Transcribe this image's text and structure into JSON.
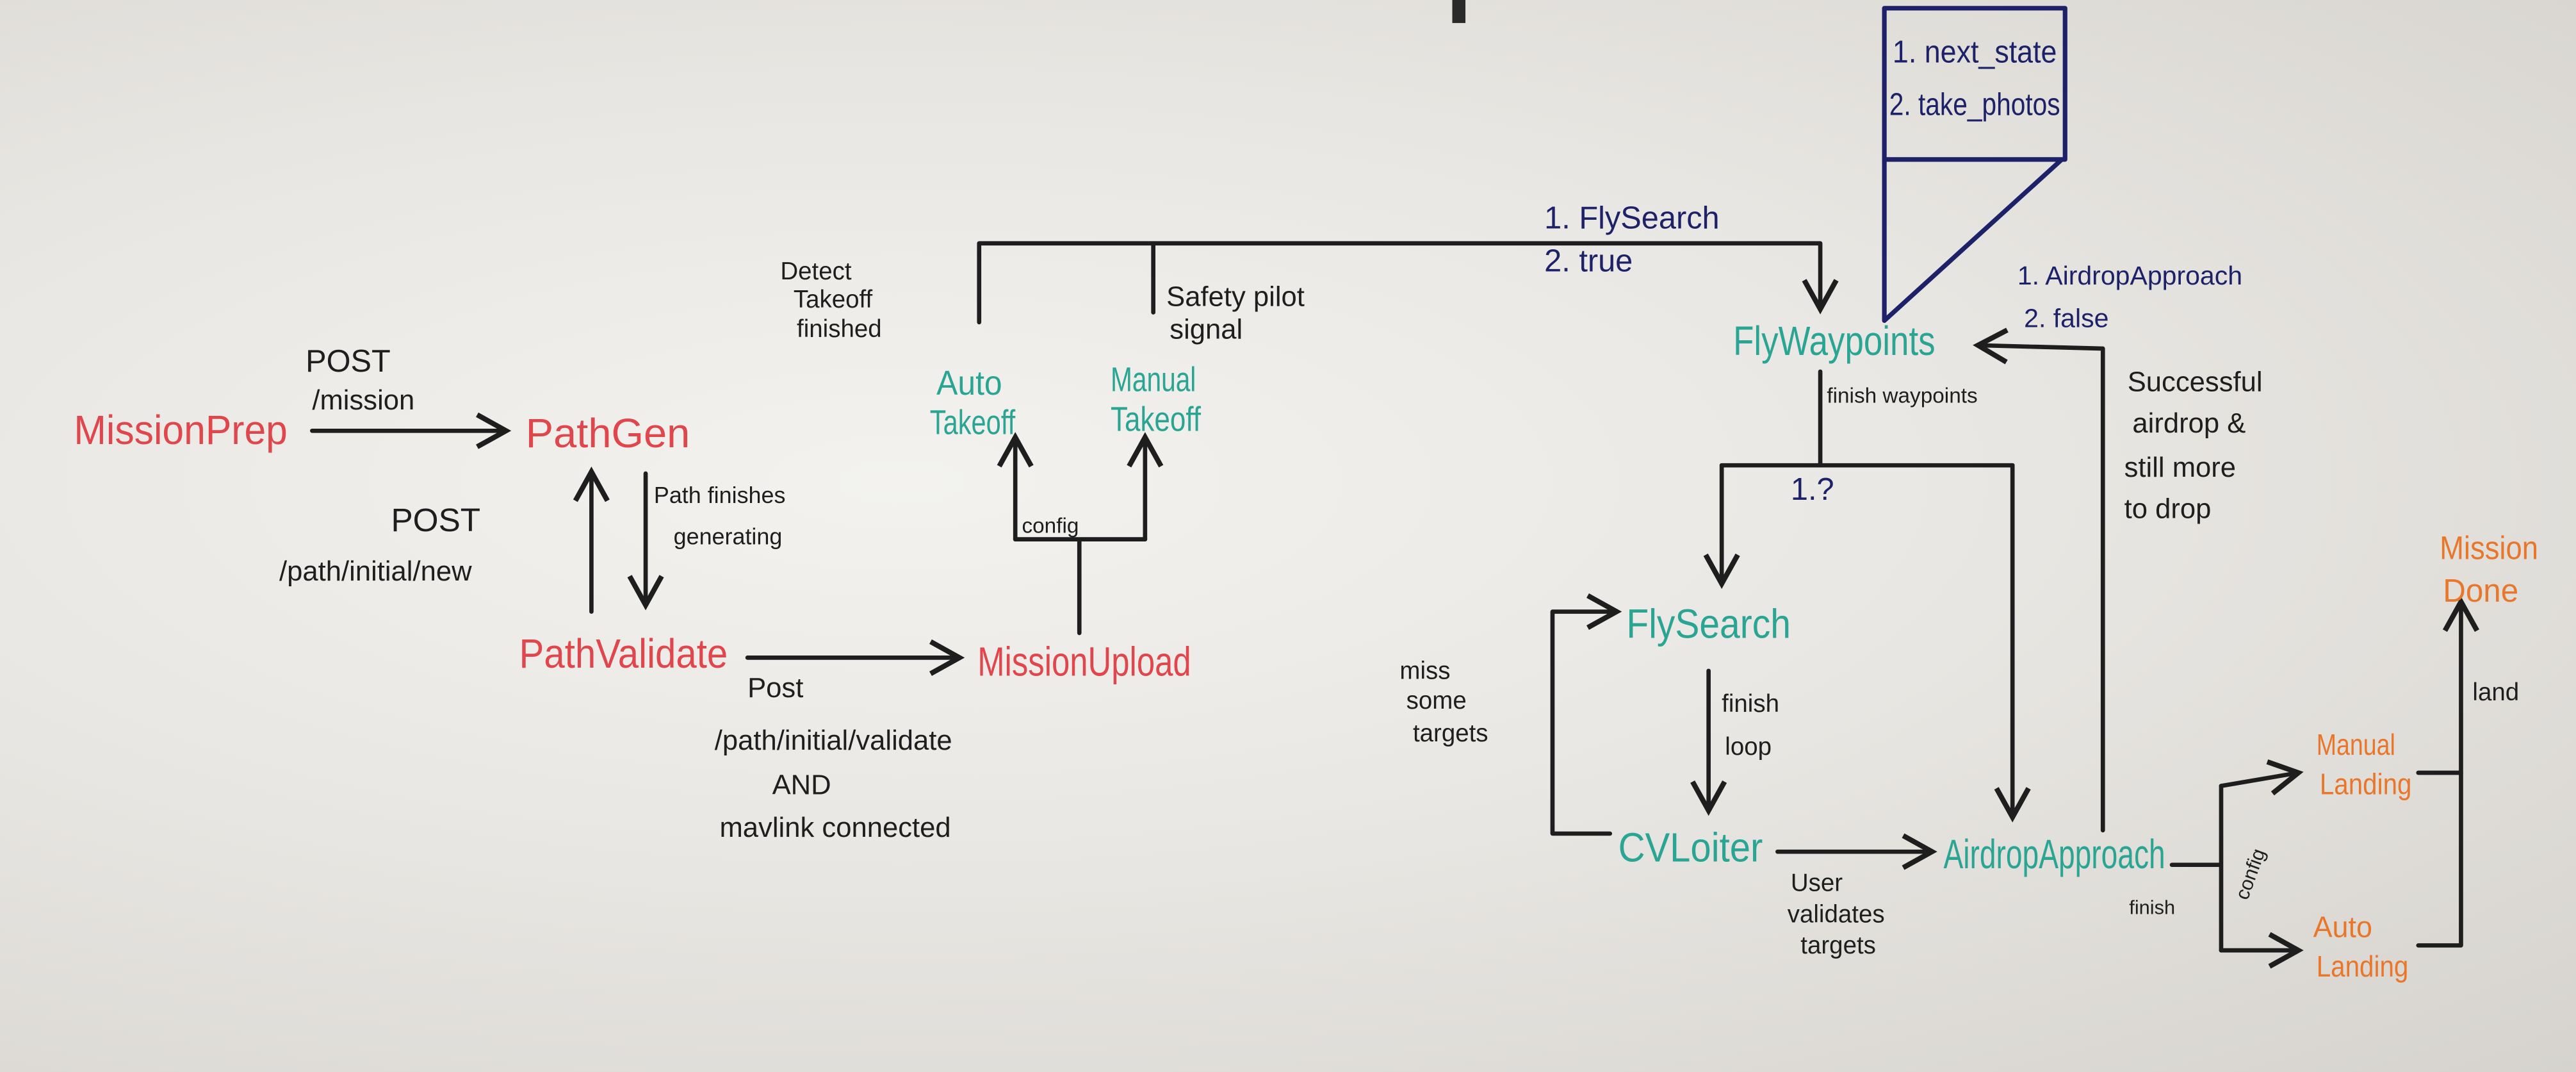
{
  "colors": {
    "state_red": "#e0474c",
    "state_teal": "#2aa594",
    "state_orange": "#e8772c",
    "note_navy": "#1d2168",
    "ink": "#1e1e1e"
  },
  "nodes": {
    "mission_prep": "MissionPrep",
    "path_gen": "PathGen",
    "path_validate": "PathValidate",
    "mission_upload": "MissionUpload",
    "auto_takeoff": [
      "Auto",
      "Takeoff"
    ],
    "manual_takeoff": [
      "Manual",
      "Takeoff"
    ],
    "fly_waypoints": "FlyWaypoints",
    "fly_search": "FlySearch",
    "cv_loiter": "CVLoiter",
    "airdrop_approach": "AirdropApproach",
    "manual_landing": [
      "Manual",
      "Landing"
    ],
    "auto_landing": [
      "Auto",
      "Landing"
    ],
    "mission_done": [
      "Mission",
      "Done"
    ]
  },
  "edges": {
    "post_mission": [
      "POST",
      "/mission"
    ],
    "post_path_new": [
      "POST",
      "/path/initial/new"
    ],
    "path_finishes": [
      "Path finishes",
      "generating"
    ],
    "post_validate": [
      "Post",
      "/path/initial/validate",
      "AND",
      "mavlink connected"
    ],
    "config_takeoff": "config",
    "detect_takeoff": [
      "Detect",
      "Takeoff",
      "finished"
    ],
    "safety_pilot": [
      "Safety pilot",
      "signal"
    ],
    "to_flywaypoints": [
      "1. FlySearch",
      "2. true"
    ],
    "finish_waypoints": "finish waypoints",
    "branch_question": "1.?",
    "miss_targets": [
      "miss",
      "some",
      "targets"
    ],
    "finish_loop": [
      "finish",
      "loop"
    ],
    "user_validates": [
      "User",
      "validates",
      "targets"
    ],
    "airdrop_return": [
      "1. AirdropApproach",
      "2. false"
    ],
    "successful_airdrop": [
      "Successful",
      "airdrop &",
      "still more",
      "to drop"
    ],
    "finish_airdrop": "finish",
    "config_landing": "config",
    "land": "land"
  },
  "legend_box": [
    "1. next_state",
    "2. take_photos"
  ]
}
